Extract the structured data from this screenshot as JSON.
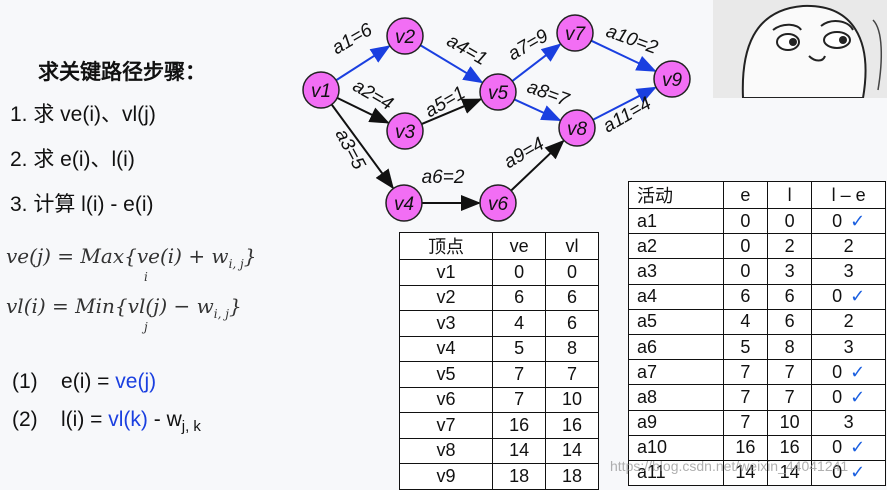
{
  "steps": {
    "title": "求关键路径步骤：",
    "items": [
      "1.  求 ve(i)、vl(j)",
      "2.  求 e(i)、l(i)",
      "3.  计算 l(i) - e(i)"
    ]
  },
  "formulas": {
    "ve": "ve(j) = Max{ve(i) + w",
    "ve_sub": "i, j",
    "ve_under": "i",
    "vl": "vl(i) = Min{vl(j) − w",
    "vl_sub": "i, j",
    "vl_under": "j"
  },
  "rules": {
    "r1_num": "(1)",
    "r1_left": "e(i) = ",
    "r1_right": "ve(j)",
    "r2_num": "(2)",
    "r2_left": "l(i) = ",
    "r2_right": "vl(k)",
    "r2_tail": " - w",
    "r2_sub": "j, k"
  },
  "graph": {
    "nodes": [
      "v1",
      "v2",
      "v3",
      "v4",
      "v5",
      "v6",
      "v7",
      "v8",
      "v9"
    ],
    "edges": [
      {
        "label": "a1=6",
        "from": "v1",
        "to": "v2",
        "critical": true
      },
      {
        "label": "a2=4",
        "from": "v1",
        "to": "v3",
        "critical": false
      },
      {
        "label": "a3=5",
        "from": "v1",
        "to": "v4",
        "critical": false
      },
      {
        "label": "a4=1",
        "from": "v2",
        "to": "v5",
        "critical": true
      },
      {
        "label": "a5=1",
        "from": "v3",
        "to": "v5",
        "critical": false
      },
      {
        "label": "a6=2",
        "from": "v4",
        "to": "v6",
        "critical": false
      },
      {
        "label": "a7=9",
        "from": "v5",
        "to": "v7",
        "critical": true
      },
      {
        "label": "a8=7",
        "from": "v5",
        "to": "v8",
        "critical": true
      },
      {
        "label": "a9=4",
        "from": "v6",
        "to": "v8",
        "critical": false
      },
      {
        "label": "a10=2",
        "from": "v7",
        "to": "v9",
        "critical": true
      },
      {
        "label": "a11=4",
        "from": "v8",
        "to": "v9",
        "critical": true
      }
    ],
    "node_color": "#f26ef4",
    "critical_color": "#1a3fe0",
    "normal_color": "#111111"
  },
  "vertex_table": {
    "headers": [
      "顶点",
      "ve",
      "vl"
    ],
    "rows": [
      [
        "v1",
        "0",
        "0"
      ],
      [
        "v2",
        "6",
        "6"
      ],
      [
        "v3",
        "4",
        "6"
      ],
      [
        "v4",
        "5",
        "8"
      ],
      [
        "v5",
        "7",
        "7"
      ],
      [
        "v6",
        "7",
        "10"
      ],
      [
        "v7",
        "16",
        "16"
      ],
      [
        "v8",
        "14",
        "14"
      ],
      [
        "v9",
        "18",
        "18"
      ]
    ],
    "ve_arrow_color": "#2a6be0",
    "vl_arrow_color": "#e0502a"
  },
  "activity_table": {
    "headers": [
      "活动",
      "e",
      "l",
      "l – e"
    ],
    "rows": [
      [
        "a1",
        "0",
        "0",
        "0",
        true
      ],
      [
        "a2",
        "0",
        "2",
        "2",
        false
      ],
      [
        "a3",
        "0",
        "3",
        "3",
        false
      ],
      [
        "a4",
        "6",
        "6",
        "0",
        true
      ],
      [
        "a5",
        "4",
        "6",
        "2",
        false
      ],
      [
        "a6",
        "5",
        "8",
        "3",
        false
      ],
      [
        "a7",
        "7",
        "7",
        "0",
        true
      ],
      [
        "a8",
        "7",
        "7",
        "0",
        true
      ],
      [
        "a9",
        "7",
        "10",
        "3",
        false
      ],
      [
        "a10",
        "16",
        "16",
        "0",
        true
      ],
      [
        "a11",
        "14",
        "14",
        "0",
        true
      ]
    ],
    "check_glyph": "✓"
  },
  "watermark": "https://blog.csdn.net/weixin_44041241"
}
